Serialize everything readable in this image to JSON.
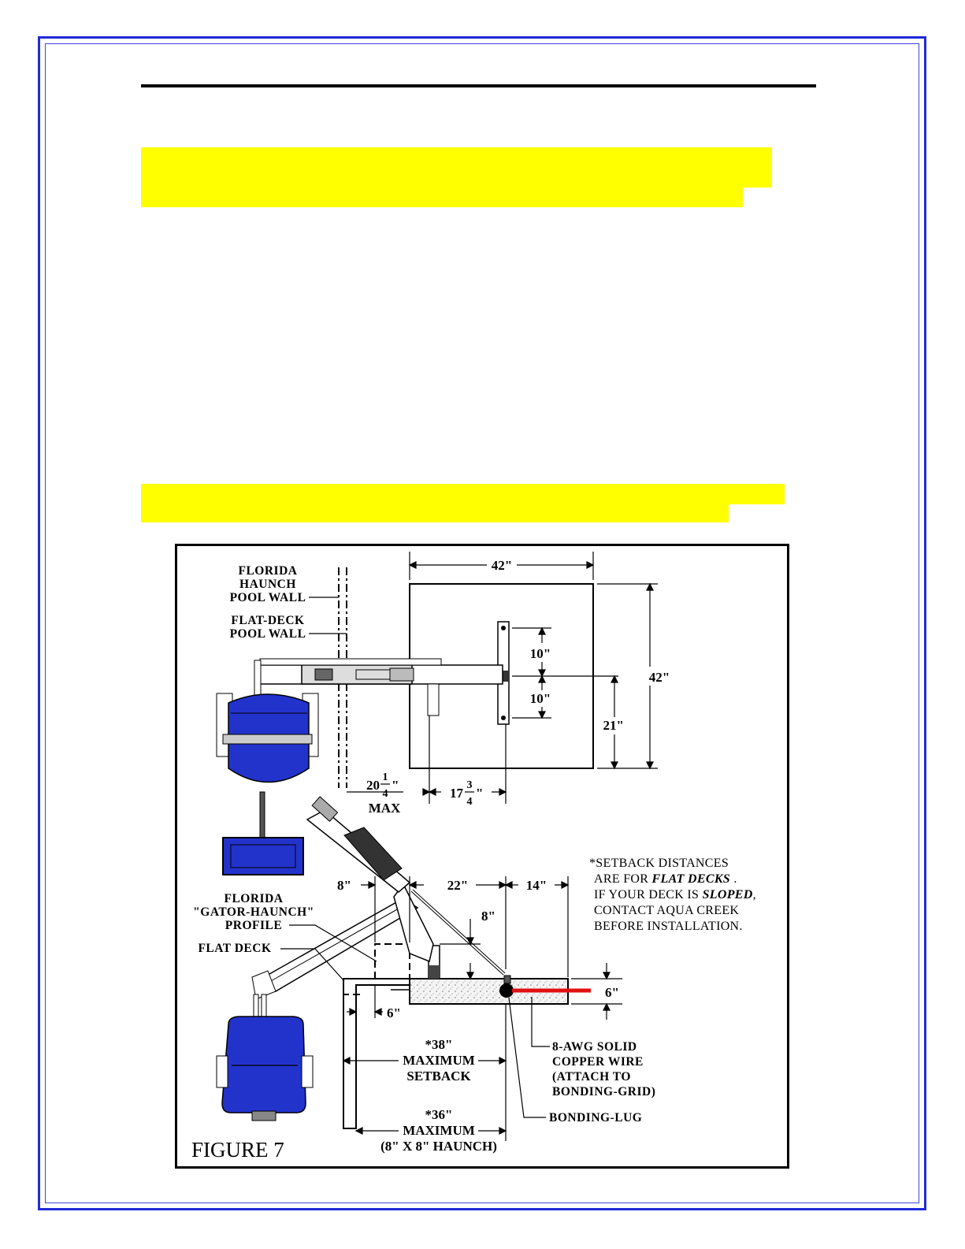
{
  "page": {
    "colors": {
      "frame": "#1f2bd6",
      "highlight": "#ffff00",
      "chair_blue": "#2233cc",
      "bond_wire": "#e01010"
    }
  },
  "figure": {
    "title": "FIGURE 7",
    "labels": {
      "florida_haunch_pool_wall": [
        "FLORIDA",
        "HAUNCH",
        "POOL WALL"
      ],
      "flat_deck_pool_wall": [
        "FLAT-DECK",
        "POOL WALL"
      ],
      "gator_haunch_profile": [
        "FLORIDA",
        "\"GATOR-HAUNCH\"",
        "PROFILE"
      ],
      "flat_deck": "FLAT DECK",
      "copper_wire": [
        "8-AWG SOLID",
        "COPPER WIRE",
        "(ATTACH TO",
        "BONDING-GRID)"
      ],
      "bonding_lug": "BONDING-LUG"
    },
    "dimensions": {
      "width_42": "42\"",
      "height_42": "42\"",
      "ten_a": "10\"",
      "ten_b": "10\"",
      "twentyone": "21\"",
      "twenty_whole": "20",
      "twenty_num": "1",
      "twenty_den": "4",
      "twenty_unit": "\"",
      "max_label": "MAX",
      "seventeen_whole": "17",
      "seventeen_num": "3",
      "seventeen_den": "4",
      "seventeen_unit": "\"",
      "eight_left": "8\"",
      "twentytwo": "22\"",
      "fourteen": "14\"",
      "eight_vertical": "8\"",
      "six_right": "6\"",
      "six_left": "6\""
    },
    "setback_38": [
      "*38\"",
      "MAXIMUM",
      "SETBACK"
    ],
    "setback_36": [
      "*36\"",
      "MAXIMUM",
      "(8\" X 8\" HAUNCH)"
    ],
    "note": {
      "line1": "*SETBACK DISTANCES",
      "line2_prefix": "ARE FOR ",
      "line2_emph": "FLAT DECKS",
      "line2_suffix": " .",
      "line3_prefix": "IF YOUR DECK IS ",
      "line3_emph": "SLOPED",
      "line3_suffix": ",",
      "line4": "CONTACT AQUA CREEK",
      "line5": "BEFORE INSTALLATION."
    }
  }
}
